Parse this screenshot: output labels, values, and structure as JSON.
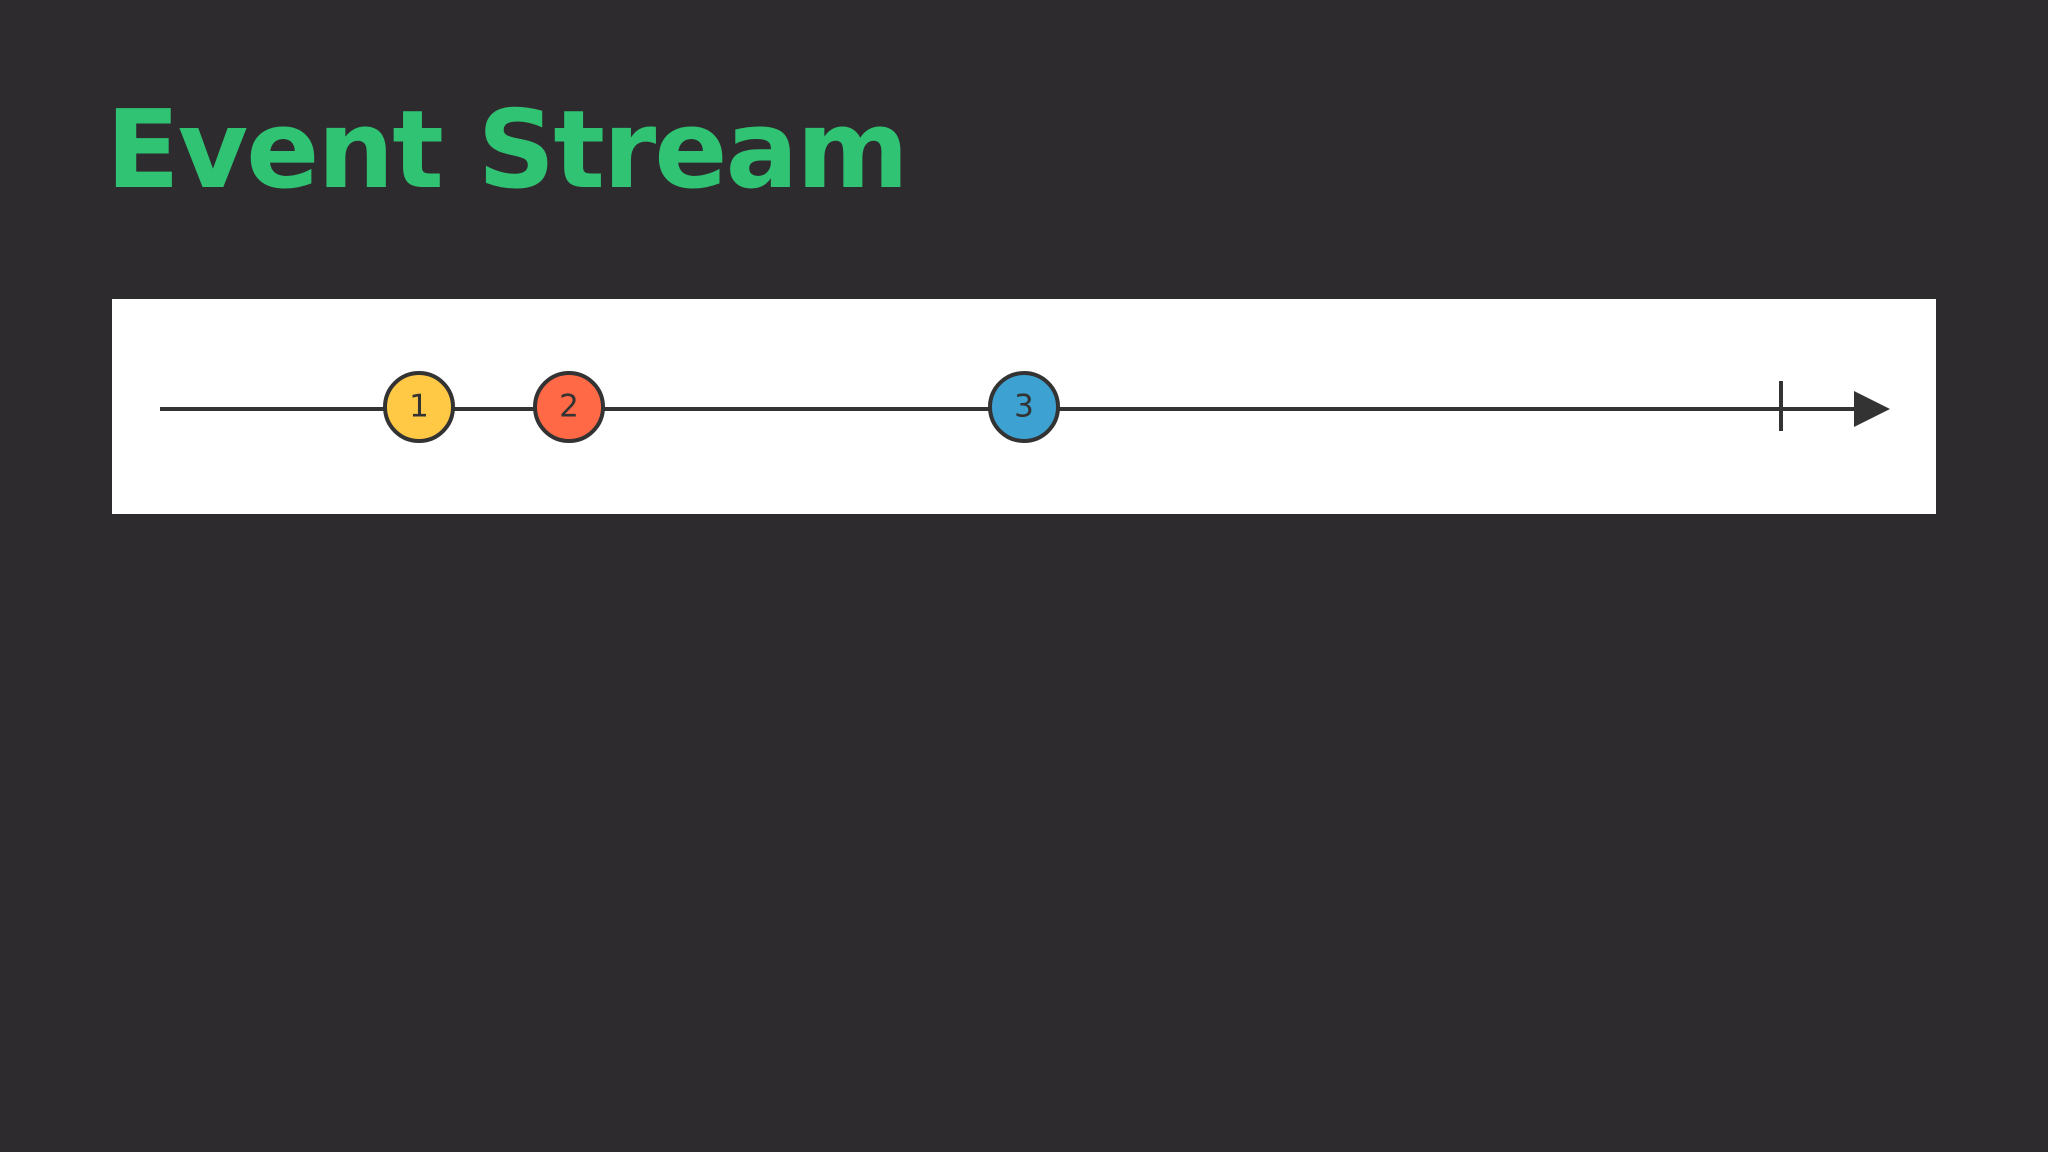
{
  "title": "Event Stream",
  "diagram": {
    "events": [
      {
        "label": "1",
        "color": "#ffc845"
      },
      {
        "label": "2",
        "color": "#ff6946"
      },
      {
        "label": "3",
        "color": "#3da1d2"
      }
    ],
    "colors": {
      "line": "#333333",
      "panel": "#ffffff",
      "title": "#2fc373",
      "background": "#2e2b2e"
    }
  }
}
